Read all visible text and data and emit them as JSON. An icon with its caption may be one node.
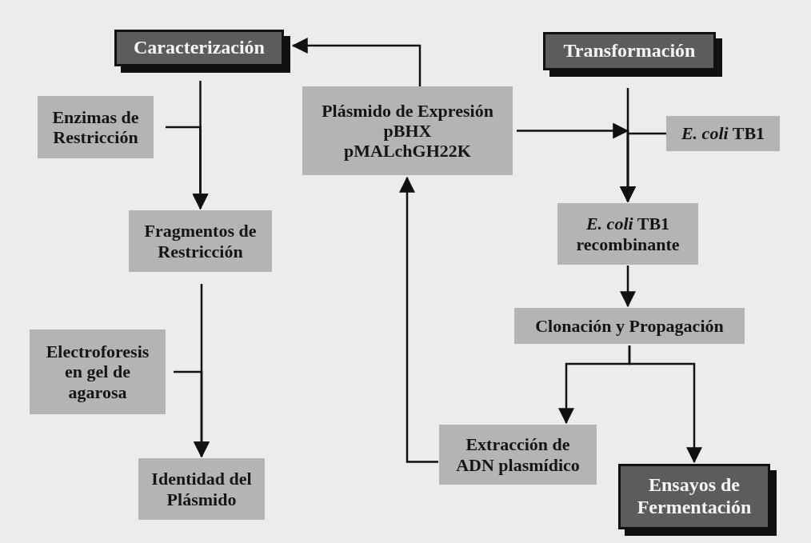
{
  "diagram": {
    "nodes": [
      {
        "text": [
          "Caracterización"
        ]
      },
      {
        "text": [
          "Enzimas de Restricción"
        ]
      },
      {
        "text": [
          "Fragmentos de Restricción"
        ]
      },
      {
        "text": [
          "Electroforesis en gel de agarosa"
        ]
      },
      {
        "text": [
          "Identidad del Plásmido"
        ]
      },
      {
        "text": [
          "Plásmido de Expresión",
          "pBHX",
          "pMALchGH22K"
        ]
      },
      {
        "text": [
          "Transformación"
        ]
      },
      {
        "text": [
          "*E. coli* TB1"
        ]
      },
      {
        "text": [
          "*E. coli* TB1 recombinante"
        ]
      },
      {
        "text": [
          "Clonación y Propagación"
        ]
      },
      {
        "text": [
          "Extracción de ADN plasmídico"
        ]
      },
      {
        "text": [
          "Ensayos de Fermentación"
        ]
      }
    ],
    "edges": [
      {
        "from": 0,
        "to": 2,
        "arrow": "to"
      },
      {
        "from": 1,
        "to": 2,
        "arrow": "to"
      },
      {
        "from": 2,
        "to": 4,
        "arrow": "to"
      },
      {
        "from": 3,
        "to": 4,
        "arrow": "to"
      },
      {
        "from": 5,
        "to": 0,
        "arrow": "to"
      },
      {
        "from": 5,
        "to": 8,
        "arrow": "to"
      },
      {
        "from": 6,
        "to": 8,
        "arrow": "to"
      },
      {
        "from": 7,
        "to": 8,
        "arrow": "to"
      },
      {
        "from": 8,
        "to": 9,
        "arrow": "to"
      },
      {
        "from": 9,
        "to": 10,
        "arrow": "to"
      },
      {
        "from": 9,
        "to": 11,
        "arrow": "to"
      },
      {
        "from": 10,
        "to": 5,
        "arrow": "to"
      }
    ]
  }
}
